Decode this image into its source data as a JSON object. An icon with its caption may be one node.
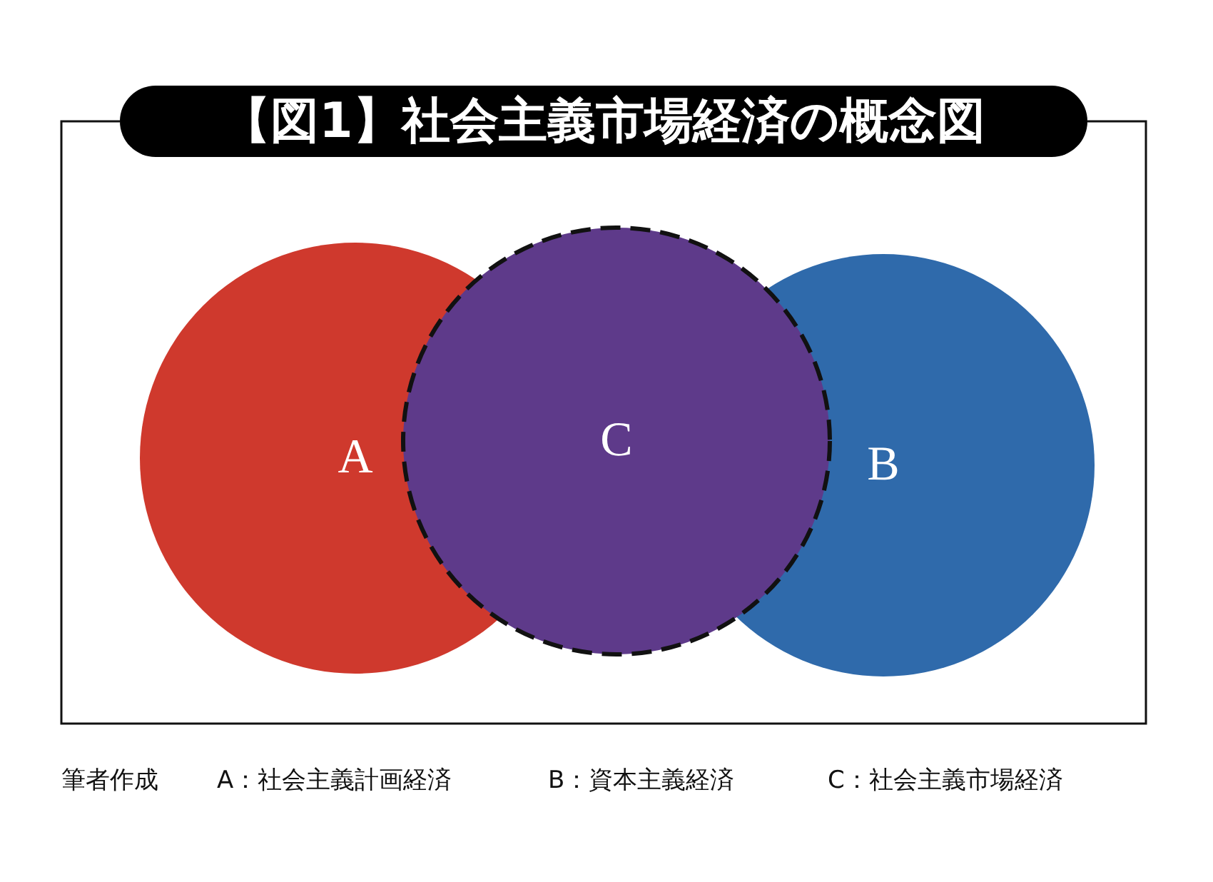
{
  "diagram": {
    "title": "【図1】社会主義市場経済の概念図",
    "nodes": [
      {
        "text": [
          "A"
        ]
      },
      {
        "text": [
          "C"
        ]
      },
      {
        "text": [
          "B"
        ]
      }
    ],
    "labels": [
      "筆者作成",
      "A：社会主義計画経済",
      "B：資本主義経済",
      "C：社会主義市場経済"
    ]
  }
}
